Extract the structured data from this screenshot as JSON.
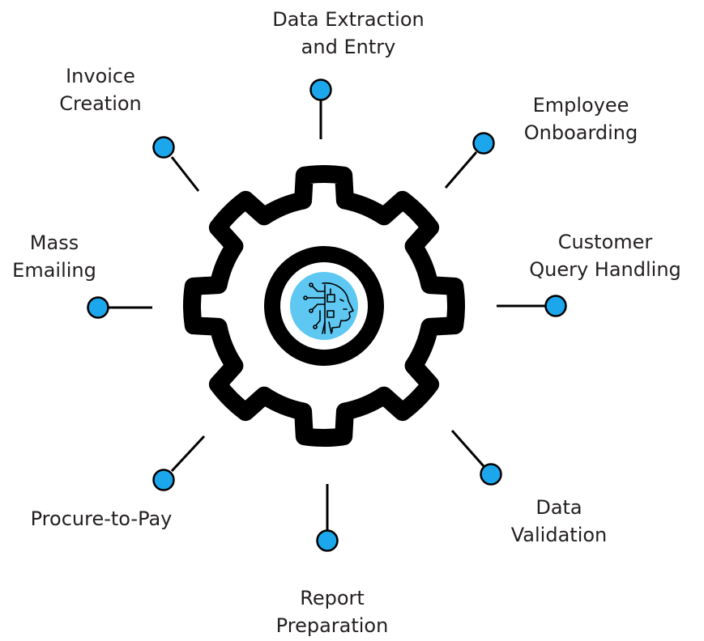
{
  "colors": {
    "node_fill": "#1ca6ec",
    "stroke": "#000000",
    "hub_fill": "#5ec8f2",
    "text": "#231f20"
  },
  "hub": {
    "icon": "ai-robot-head-icon"
  },
  "items": [
    {
      "id": "data-extraction",
      "lines": [
        "Data Extraction",
        "and Entry"
      ]
    },
    {
      "id": "employee-onboarding",
      "lines": [
        "Employee",
        "Onboarding"
      ]
    },
    {
      "id": "customer-query",
      "lines": [
        "Customer",
        "Query Handling"
      ]
    },
    {
      "id": "data-validation",
      "lines": [
        "Data",
        "Validation"
      ]
    },
    {
      "id": "report-preparation",
      "lines": [
        "Report",
        "Preparation"
      ]
    },
    {
      "id": "procure-to-pay",
      "lines": [
        "Procure-to-Pay"
      ]
    },
    {
      "id": "mass-emailing",
      "lines": [
        "Mass",
        "Emailing"
      ]
    },
    {
      "id": "invoice-creation",
      "lines": [
        "Invoice",
        "Creation"
      ]
    }
  ]
}
